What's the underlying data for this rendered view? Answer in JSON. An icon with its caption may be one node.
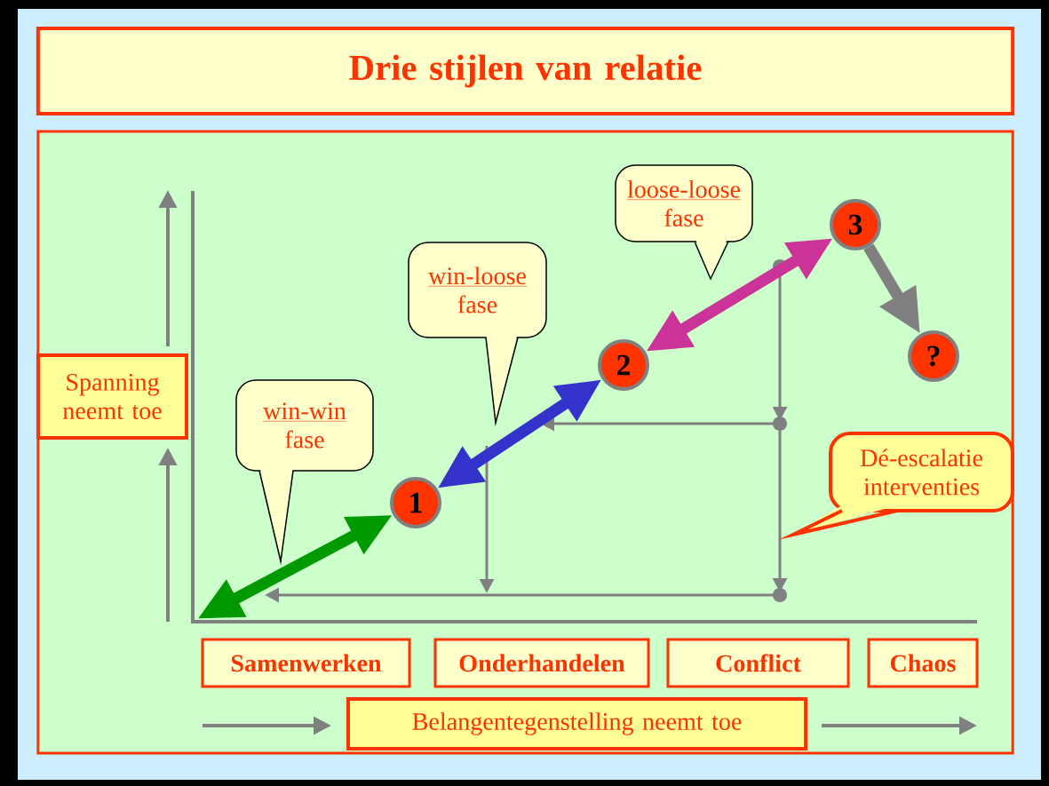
{
  "diagram": {
    "nodes": [
      {
        "text": [
          "Drie stijlen van relatie"
        ]
      },
      {
        "text": [],
        "shape": "box"
      },
      {
        "text": [
          "Spanning neemt toe"
        ],
        "in": 1
      },
      {
        "text": [
          "win-win",
          "fase"
        ],
        "in": 1
      },
      {
        "text": [
          "win-loose",
          "fase"
        ],
        "in": 1
      },
      {
        "text": [
          "loose-loose",
          "fase"
        ],
        "in": 1
      },
      {
        "text": [
          "1"
        ],
        "in": 1
      },
      {
        "text": [
          "2"
        ],
        "in": 1
      },
      {
        "text": [
          "3"
        ],
        "in": 1
      },
      {
        "text": [
          "?"
        ],
        "in": 1
      },
      {
        "text": [
          "Dé-escalatie interventies"
        ],
        "in": 1
      },
      {
        "text": [
          "Samenwerken"
        ],
        "in": 1
      },
      {
        "text": [
          "Onderhandelen"
        ],
        "in": 1
      },
      {
        "text": [
          "Conflict"
        ],
        "in": 1
      },
      {
        "text": [
          "Chaos"
        ],
        "in": 1
      },
      {
        "text": [
          "Belangentegenstelling neemt toe"
        ],
        "in": 1
      }
    ],
    "edges": [
      {
        "from": null,
        "to": 6,
        "arrow": "both",
        "color": "#009900"
      },
      {
        "from": 6,
        "to": 7,
        "arrow": "both",
        "color": "#3333cc"
      },
      {
        "from": 7,
        "to": 8,
        "arrow": "both",
        "color": "#cc3399"
      },
      {
        "from": 8,
        "to": 9,
        "arrow": "to",
        "color": "#808080"
      }
    ]
  }
}
